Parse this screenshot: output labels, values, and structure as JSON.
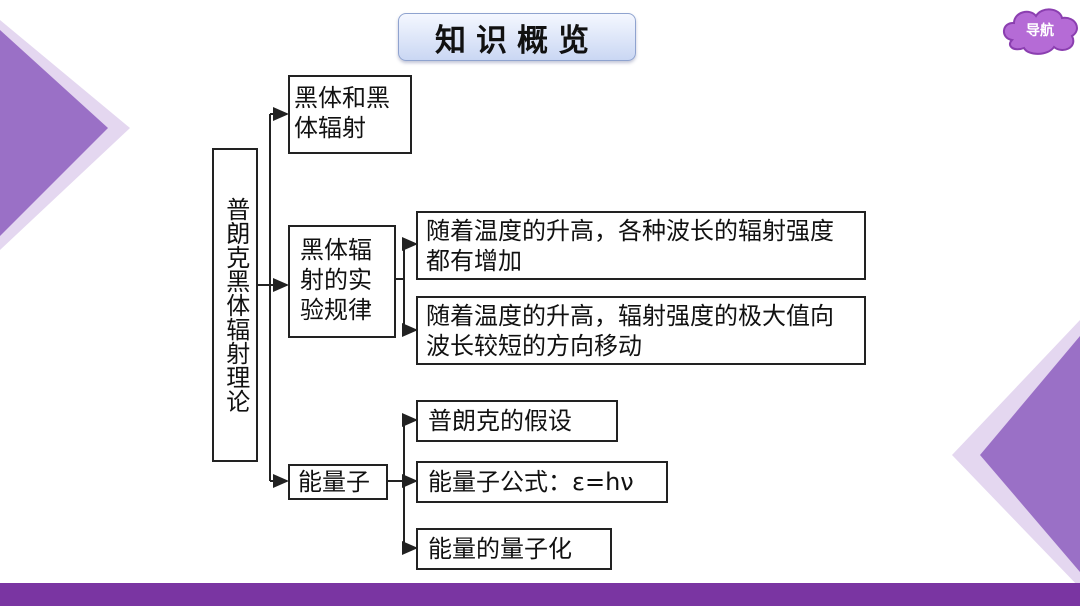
{
  "title": "知识概览",
  "nav_label": "导航",
  "colors": {
    "accent_purple": "#7a35a2",
    "light_purple": "#c2a6dd",
    "nav_cloud": "#b56bd6"
  },
  "root": "普朗克黑体辐射理论",
  "branches": [
    {
      "label": "黑体和黑体辐射",
      "children": []
    },
    {
      "label": "黑体辐射的实验规律",
      "children": [
        "随着温度的升高，各种波长的辐射强度都有增加",
        "随着温度的升高，辐射强度的极大值向波长较短的方向移动"
      ]
    },
    {
      "label": "能量子",
      "children": [
        "普朗克的假设",
        "能量子公式：ε=hν",
        "能量的量子化"
      ]
    }
  ]
}
